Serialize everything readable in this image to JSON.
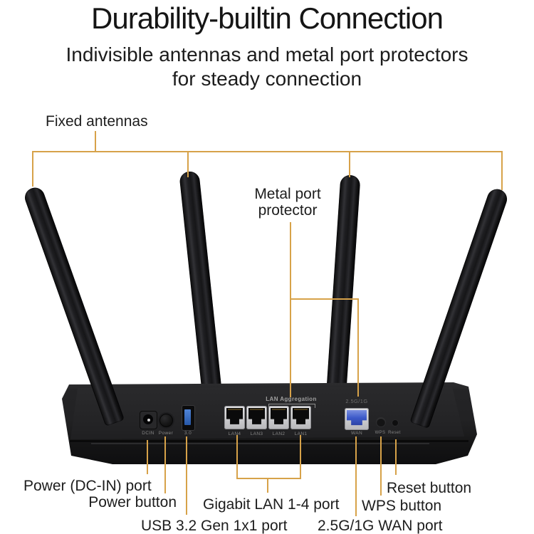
{
  "header": {
    "title": "Durability-builtin Connection",
    "subtitle": "Indivisible antennas and metal port protectors\nfor steady connection"
  },
  "callouts": {
    "fixed_antennas": "Fixed antennas",
    "metal_port_protector": "Metal port\nprotector",
    "bottom": {
      "power_dcin": "Power (DC-IN) port",
      "power_button": "Power button",
      "usb": "USB 3.2 Gen 1x1 port",
      "gigabit_lan": "Gigabit LAN 1-4 port",
      "wan": "2.5G/1G WAN port",
      "wps": "WPS button",
      "reset": "Reset button"
    }
  },
  "router_panel": {
    "dcin": "DCIN",
    "power": "Power",
    "usb30": "3.0",
    "lan_aggregation": "LAN Aggregation",
    "lan_ports": [
      "LAN4",
      "LAN3",
      "LAN2",
      "LAN1"
    ],
    "wan_speed": "2.5G/1G",
    "wan": "WAN",
    "wps": "WPS",
    "reset": "Reset"
  },
  "colors": {
    "callout_gold": "#D7A249",
    "wan_port_blue": "#3D5AC9",
    "usb_blue": "#2F6BC4"
  }
}
